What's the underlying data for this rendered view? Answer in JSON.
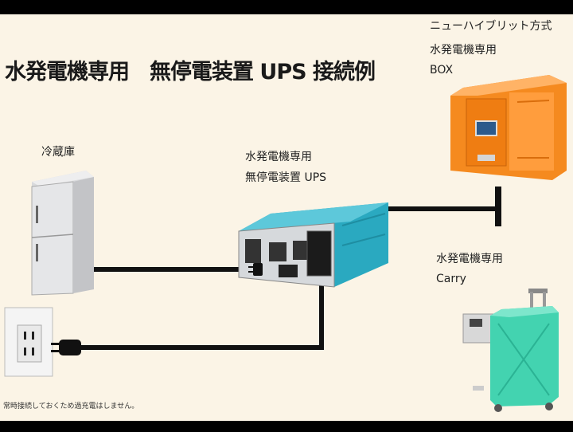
{
  "title": "水発電機専用　無停電装置 UPS 接続例",
  "labels": {
    "fridge": "冷蔵庫",
    "ups_line1": "水発電機専用",
    "ups_line2": "無停電装置 UPS",
    "box_line1": "ニューハイブリット方式",
    "box_line2": "水発電機専用",
    "box_line3": "BOX",
    "carry_line1": "水発電機専用",
    "carry_line2": "Carry"
  },
  "footnote": "常時接続しておくため過充電はしません。",
  "colors": {
    "background": "#fbf4e6",
    "ups": "#2aa9c0",
    "box": "#f58a1f",
    "carry": "#43d3b0",
    "cable": "#111111"
  },
  "icons": [
    "refrigerator-icon",
    "ups-inverter-icon",
    "generator-box-icon",
    "generator-carry-icon",
    "wall-outlet-icon",
    "power-plug-icon"
  ]
}
